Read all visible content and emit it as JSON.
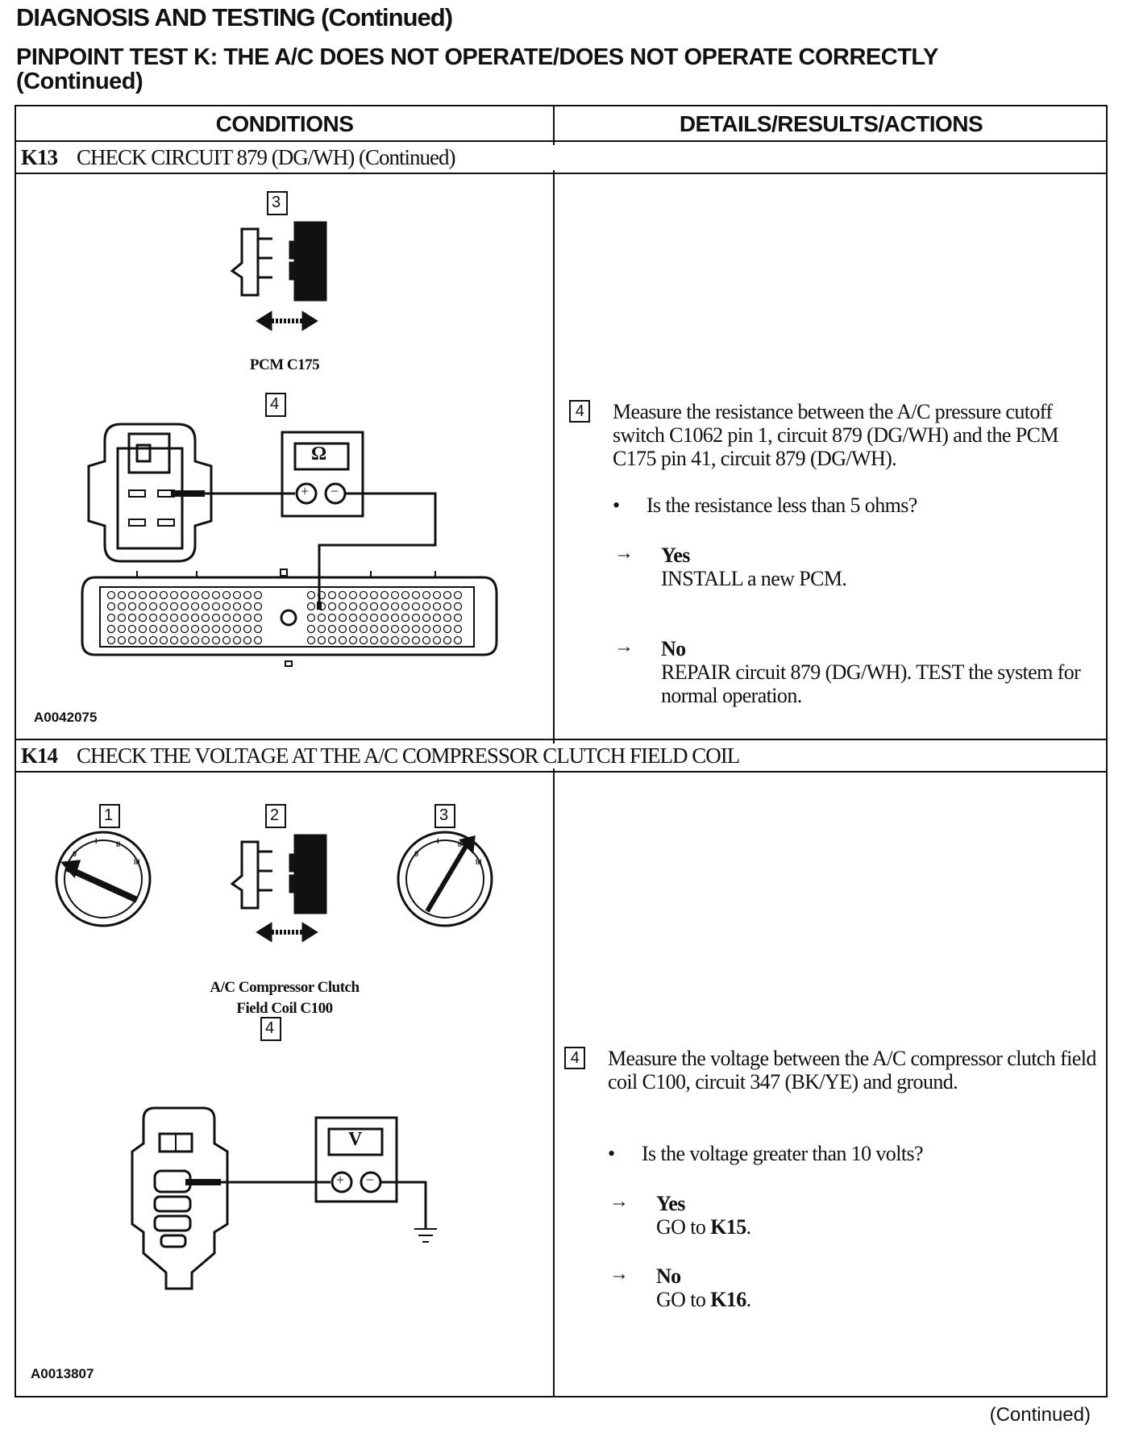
{
  "header": {
    "title": "DIAGNOSIS AND TESTING (Continued)",
    "subtitle_line1": "PINPOINT TEST K: THE A/C DOES NOT OPERATE/DOES NOT OPERATE CORRECTLY",
    "subtitle_line2": "(Continued)"
  },
  "table": {
    "col_conditions": "CONDITIONS",
    "col_details": "DETAILS/RESULTS/ACTIONS",
    "sections": [
      {
        "id": "K13",
        "title": "CHECK CIRCUIT 879 (DG/WH) (Continued)",
        "figure": {
          "step_a": "3",
          "connector_label": "PCM C175",
          "step_b": "4",
          "meter_symbol": "Ω",
          "meter_plus": "+",
          "meter_minus": "−",
          "figure_id": "A0042075"
        },
        "step": {
          "num": "4",
          "text": "Measure the resistance between the A/C pressure cutoff switch C1062 pin 1, circuit 879 (DG/WH) and the PCM C175 pin 41, circuit 879 (DG/WH).",
          "question": "Is the resistance less than 5 ohms?",
          "yes_label": "Yes",
          "yes_action": "INSTALL a new PCM.",
          "no_label": "No",
          "no_action": "REPAIR circuit 879 (DG/WH). TEST the system for normal operation."
        }
      },
      {
        "id": "K14",
        "title": "CHECK THE VOLTAGE AT THE A/C COMPRESSOR CLUTCH FIELD COIL",
        "figure": {
          "step_1": "1",
          "step_2": "2",
          "step_3": "3",
          "connector_label_line1": "A/C Compressor Clutch",
          "connector_label_line2": "Field Coil C100",
          "step_4": "4",
          "meter_symbol": "V",
          "meter_plus": "+",
          "meter_minus": "−",
          "figure_id": "A0013807"
        },
        "step": {
          "num": "4",
          "text": "Measure the voltage between the A/C compressor clutch field coil C100, circuit 347 (BK/YE) and ground.",
          "question": "Is the voltage greater than 10 volts?",
          "yes_label": "Yes",
          "yes_action_prefix": "GO to ",
          "yes_action_target": "K15",
          "no_label": "No",
          "no_action_prefix": "GO to ",
          "no_action_target": "K16"
        }
      }
    ]
  },
  "footer": {
    "continued": "(Continued)"
  }
}
